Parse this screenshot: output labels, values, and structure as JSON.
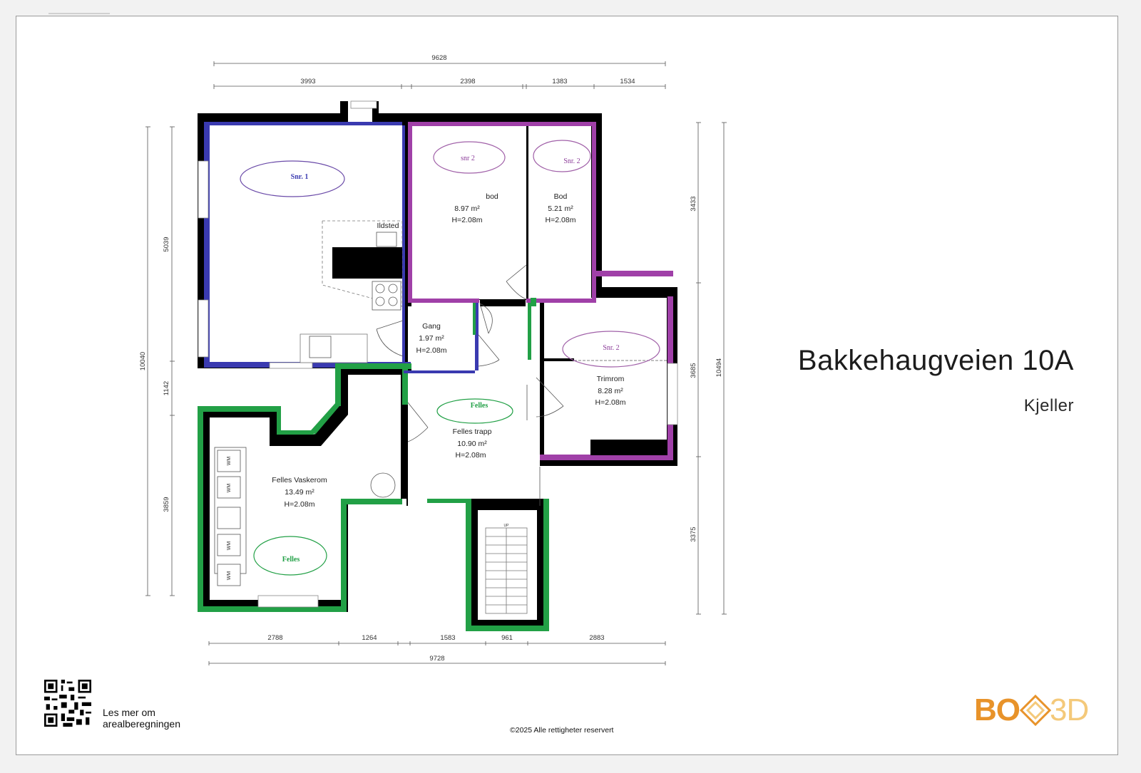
{
  "header": {
    "address": "Bakkehaugveien 10A",
    "floor": "Kjeller"
  },
  "footer": {
    "info_line1": "Les mer om",
    "info_line2": "arealberegningen",
    "copyright": "©2025 Alle rettigheter reservert",
    "logo_left": "BO",
    "logo_right": "3D"
  },
  "colors": {
    "wall": "#000000",
    "unit1": "#3a3ab0",
    "unit2": "#a040a8",
    "common": "#22a046",
    "logo_orange": "#e8932a",
    "logo_light": "#f4c97a"
  },
  "dimensions": {
    "top_total": "9628",
    "top_a": "3993",
    "top_b": "2398",
    "top_c": "1383",
    "top_d": "1534",
    "bottom_a": "2788",
    "bottom_b": "1264",
    "bottom_c": "1583",
    "bottom_d": "961",
    "bottom_e": "2883",
    "bottom_total": "9728",
    "left_total": "10040",
    "left_a": "5039",
    "left_b": "1142",
    "left_c": "3859",
    "right_total": "10494",
    "right_a": "3433",
    "right_b": "3685",
    "right_c": "3375"
  },
  "units": {
    "snr1": "Snr. 1",
    "snr2a": "snr 2",
    "snr2b": "Snr. 2",
    "snr2c": "Snr. 2",
    "felles1": "Felles",
    "felles2": "Felles"
  },
  "rooms": {
    "bod1": {
      "name": "bod",
      "area": "8.97 m²",
      "height": "H=2.08m"
    },
    "bod2": {
      "name": "Bod",
      "area": "5.21 m²",
      "height": "H=2.08m"
    },
    "gang": {
      "name": "Gang",
      "area": "1.97 m²",
      "height": "H=2.08m"
    },
    "trimrom": {
      "name": "Trimrom",
      "area": "8.28 m²",
      "height": "H=2.08m"
    },
    "felles_trapp": {
      "name": "Felles trapp",
      "area": "10.90 m²",
      "height": "H=2.08m"
    },
    "vaskerom": {
      "name": "Felles Vaskerom",
      "area": "13.49 m²",
      "height": "H=2.08m"
    }
  },
  "labels": {
    "ildsted": "Ildsted",
    "wm": "WM",
    "up": "UP"
  }
}
